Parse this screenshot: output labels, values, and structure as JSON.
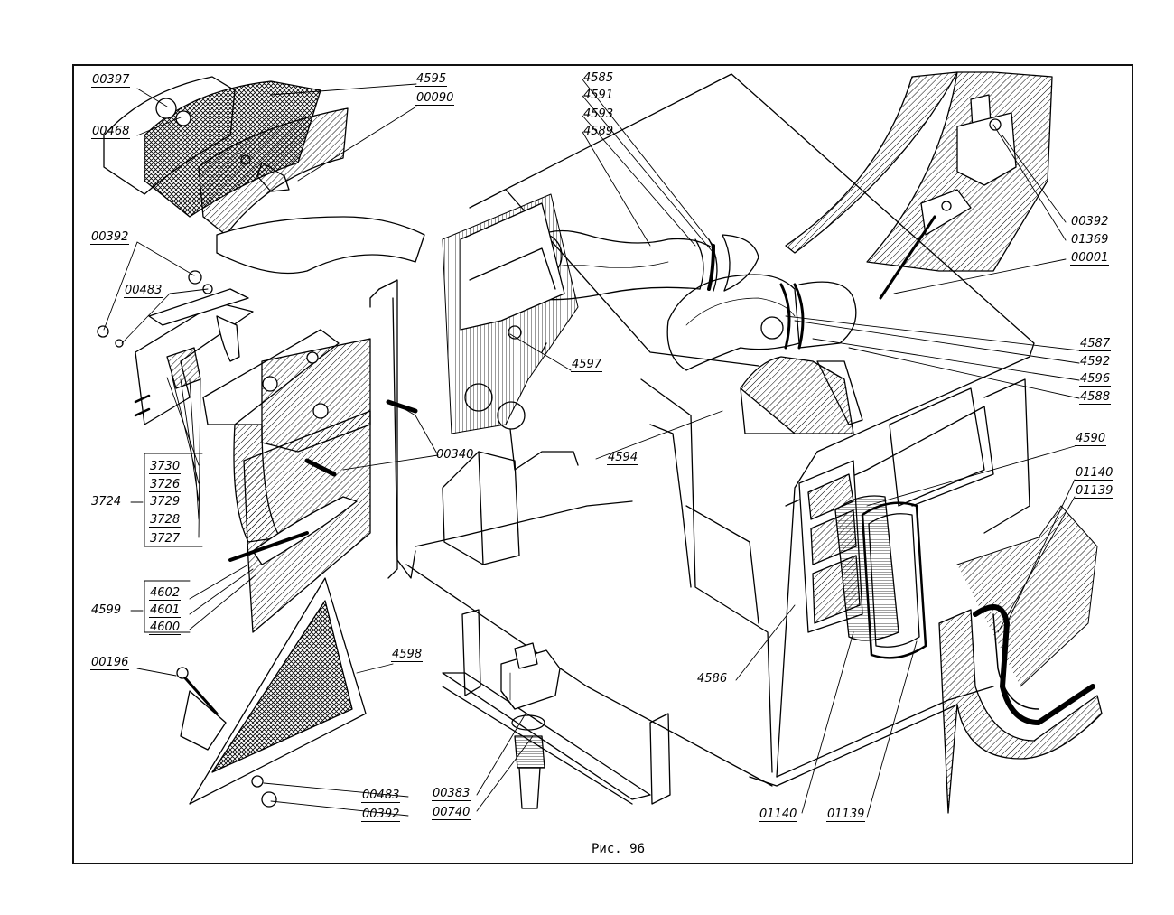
{
  "caption": "Рис. 96",
  "labels": {
    "l00397": "00397",
    "l00468": "00468",
    "l4595": "4595",
    "l00090": "00090",
    "l00392a": "00392",
    "l00483a": "00483",
    "l3730": "3730",
    "l3726": "3726",
    "l3724": "3724",
    "l3729": "3729",
    "l3728": "3728",
    "l3727": "3727",
    "l4599": "4599",
    "l4602": "4602",
    "l4601": "4601",
    "l4600": "4600",
    "l00196": "00196",
    "l4598": "4598",
    "l00483b": "00483",
    "l00392b": "00392",
    "l00340": "00340",
    "l4597": "4597",
    "l4594": "4594",
    "l00383": "00383",
    "l00740": "00740",
    "l4585": "4585",
    "l4591": "4591",
    "l4593": "4593",
    "l4589": "4589",
    "l00392c": "00392",
    "l01369": "01369",
    "l00001": "00001",
    "l4587": "4587",
    "l4592": "4592",
    "l4596": "4596",
    "l4588": "4588",
    "l4590": "4590",
    "l01140a": "01140",
    "l01139a": "01139",
    "l4586": "4586",
    "l01140b": "01140",
    "l01139b": "01139"
  }
}
